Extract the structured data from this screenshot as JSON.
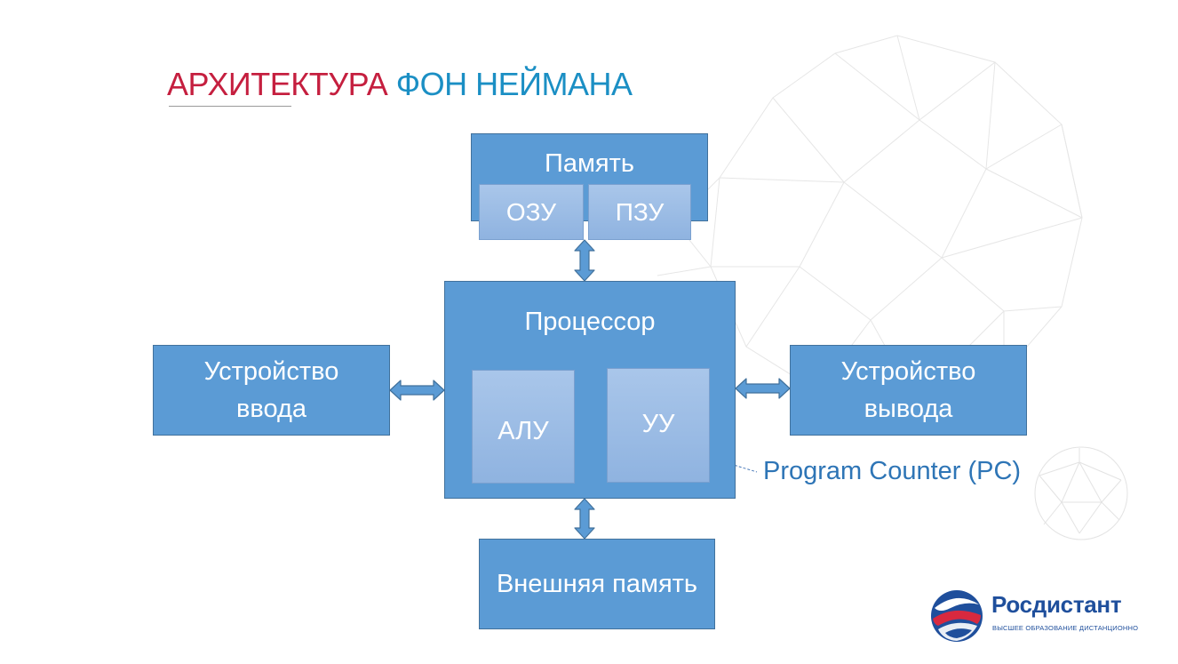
{
  "title": {
    "part_red": "АРХИТЕКТУРА",
    "part_blue": "ФОН НЕЙМАНА"
  },
  "diagram": {
    "memory": "Память",
    "ram": "ОЗУ",
    "rom": "ПЗУ",
    "processor": "Процессор",
    "alu": "АЛУ",
    "control_unit": "УУ",
    "input_device": [
      "Устройство",
      "ввода"
    ],
    "output_device": [
      "Устройство",
      "вывода"
    ],
    "external_memory": "Внешняя память",
    "program_counter": "Program Counter (PC)"
  },
  "logo": {
    "name": "Росдистант",
    "tagline": "ВЫСШЕЕ ОБРАЗОВАНИЕ ДИСТАНЦИОННО"
  },
  "colors": {
    "accent_red": "#c51f3f",
    "accent_blue": "#1b8fc4",
    "box_fill": "#5b9bd5",
    "box_border": "#41719c",
    "inner_fill": "#9dbde6",
    "label_blue": "#2e75b6"
  }
}
